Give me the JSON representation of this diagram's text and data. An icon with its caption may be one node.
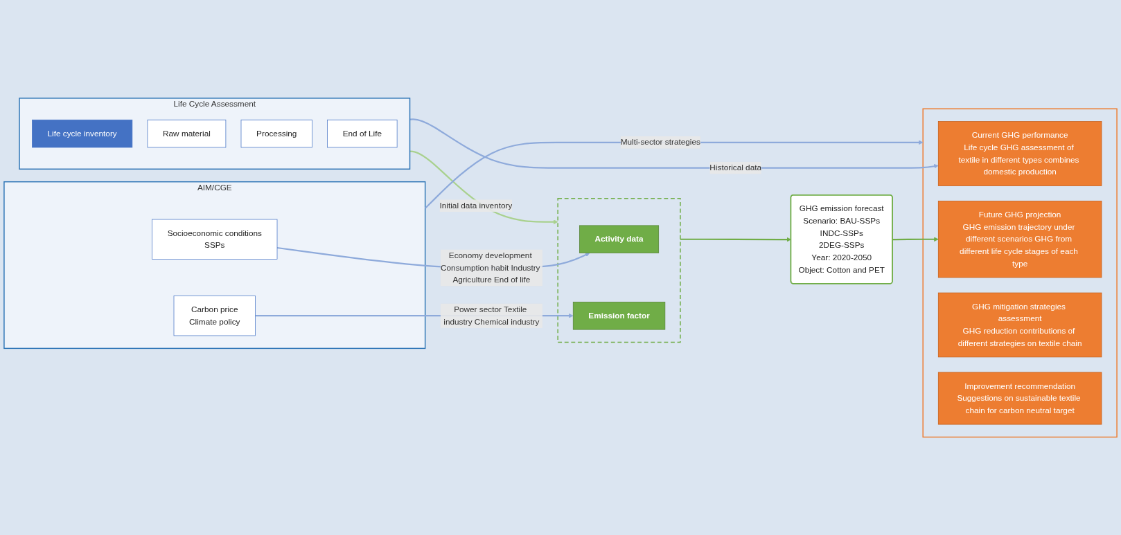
{
  "diagram": {
    "nodes": [
      {
        "text": [
          "Life Cycle Assessment"
        ]
      },
      {
        "text": [
          "Life cycle inventory"
        ],
        "in": 0
      },
      {
        "text": [
          "Raw material"
        ],
        "in": 0
      },
      {
        "text": [
          "Processing"
        ],
        "in": 0
      },
      {
        "text": [
          "End of Life"
        ],
        "in": 0
      },
      {
        "text": [],
        "shape": "box"
      },
      {
        "text": [
          "Activity data"
        ],
        "in": 5
      },
      {
        "text": [
          "Emission factor"
        ],
        "in": 5
      },
      {
        "text": [
          "AIM/CGE"
        ]
      },
      {
        "text": [
          "Socioeconomic conditions",
          "SSPs"
        ],
        "in": 8
      },
      {
        "text": [
          "Carbon price",
          "Climate policy"
        ],
        "in": 8
      },
      {
        "text": [
          "GHG emission forecast",
          "Scenario: BAU-SSPs",
          "INDC-SSPs",
          "2DEG-SSPs",
          "Year: 2020-2050",
          "Object: Cotton and PET"
        ]
      },
      {
        "text": [],
        "shape": "box"
      },
      {
        "text": [
          "Current GHG performance",
          "Life cycle GHG assessment of textile in different types combines domestic production"
        ],
        "in": 12
      },
      {
        "text": [
          "Future GHG projection",
          "GHG emission trajectory under different scenarios GHG from different life cycle stages of each type"
        ],
        "in": 12
      },
      {
        "text": [
          "GHG mitigation strategies assessment",
          "GHG reduction contributions of different strategies on textile chain"
        ],
        "in": 12
      },
      {
        "text": [
          "Improvement recommendation",
          "Suggestions on sustainable textile chain for carbon neutral target"
        ],
        "in": 12
      }
    ],
    "edges": [
      {
        "from": 0,
        "to": 13,
        "arrow": "to",
        "label": "Historical data"
      },
      {
        "from": 0,
        "to": 5,
        "arrow": "to",
        "label": "Initial data inventory",
        "color": "#a9d18e"
      },
      {
        "from": 9,
        "to": 6,
        "arrow": "to",
        "label": "Economy development Consumption habit Industry Agriculture End of life"
      },
      {
        "from": 10,
        "to": 7,
        "arrow": "to",
        "label": "Power sector Textile industry Chemical industry"
      },
      {
        "from": 8,
        "to": 12,
        "arrow": "to",
        "label": "Multi-sector strategies"
      },
      {
        "from": 5,
        "to": 11,
        "arrow": "to",
        "color": "#70ad47"
      },
      {
        "from": 11,
        "to": 14,
        "arrow": "to",
        "color": "#70ad47"
      }
    ]
  }
}
